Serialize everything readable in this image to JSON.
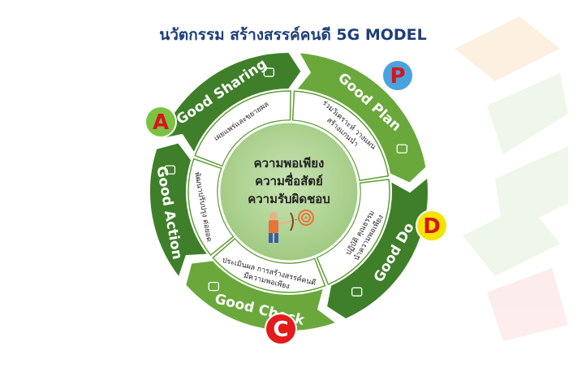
{
  "title": "นวัตกรรม สร้างสรรค์คนดี 5G MODEL",
  "center": {
    "lines": [
      "ความพอเพียง",
      "ความซื่อสัตย์",
      "ความรับผิดชอบ"
    ]
  },
  "segments": [
    {
      "name": "Good Sharing",
      "desc": [
        "เผยแพร่และขยายผล"
      ],
      "badge": "",
      "icon": "money-icon"
    },
    {
      "name": "Good Plan",
      "desc": [
        "ร่วมวิเคราะห์ วางแผน",
        "สร้างแกนนำ"
      ],
      "badge": "P",
      "icon": "handshake-icon"
    },
    {
      "name": "Good Do",
      "desc": [
        "ปฏิบัติ คุณธรรม",
        "นำความพอเพียง"
      ],
      "badge": "D",
      "icon": "chart-icon"
    },
    {
      "name": "Good Check",
      "desc": [
        "ประเมินผล การสร้างสรรค์คนดี",
        "มีความพอเพียง"
      ],
      "badge": "C",
      "icon": "person-icon"
    },
    {
      "name": "Good Action",
      "desc": [
        "พัฒนาปรับปรุง ต่อยอด"
      ],
      "badge": "A",
      "icon": "money-icon"
    }
  ],
  "colors": {
    "ring_dark": "#3f7f2a",
    "ring_light": "#6aa83c",
    "center": "#a9d08e",
    "badge_p": "#4aa3df",
    "badge_d": "#f2e400",
    "badge_c": "#e31b1b",
    "badge_a": "#7cc242",
    "badge_text": "#d9141b"
  }
}
